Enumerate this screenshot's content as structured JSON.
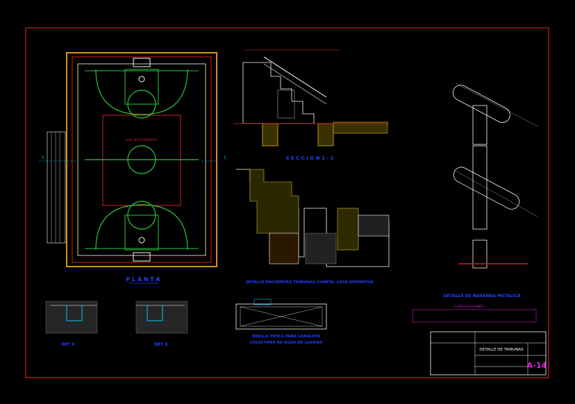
{
  "colors": {
    "background": "#000000",
    "frame": "#cc1f1f",
    "court_green": "#28c83c",
    "court_line": "#ffffff",
    "court_red": "#d82020",
    "cyan": "#00c8ff",
    "yellow": "#f0e020",
    "blue_title": "#2040ff",
    "magenta_note": "#c020c0",
    "sheet_code": "#e020e0"
  },
  "views": {
    "plan_title": "P L A N T A",
    "section_title": "S E C C I O N  1 - 1",
    "encounter_title": "DETALLE ENCUENTRO TRIBUNAS-CUNETA- LOSA DEPORTIVA",
    "railing_title": "DETALLE DE BARANDA METALICA",
    "grate_title_1": "REJILLA TIPICA PARA CANALETA",
    "grate_title_2": "COLECTORA DE AGUA DE LLUVIAS",
    "detail_x_left": "DET X",
    "detail_x_right": "DET X"
  },
  "notes": {
    "slab_label": "LOSA MULTIDEPORTIVA",
    "section_mark": "1",
    "especificaciones": "ESPECIFICACIONES"
  },
  "title_block": {
    "drawing_name": "DETALLE DE TRIBUNAS",
    "sheet_code": "A-14"
  }
}
